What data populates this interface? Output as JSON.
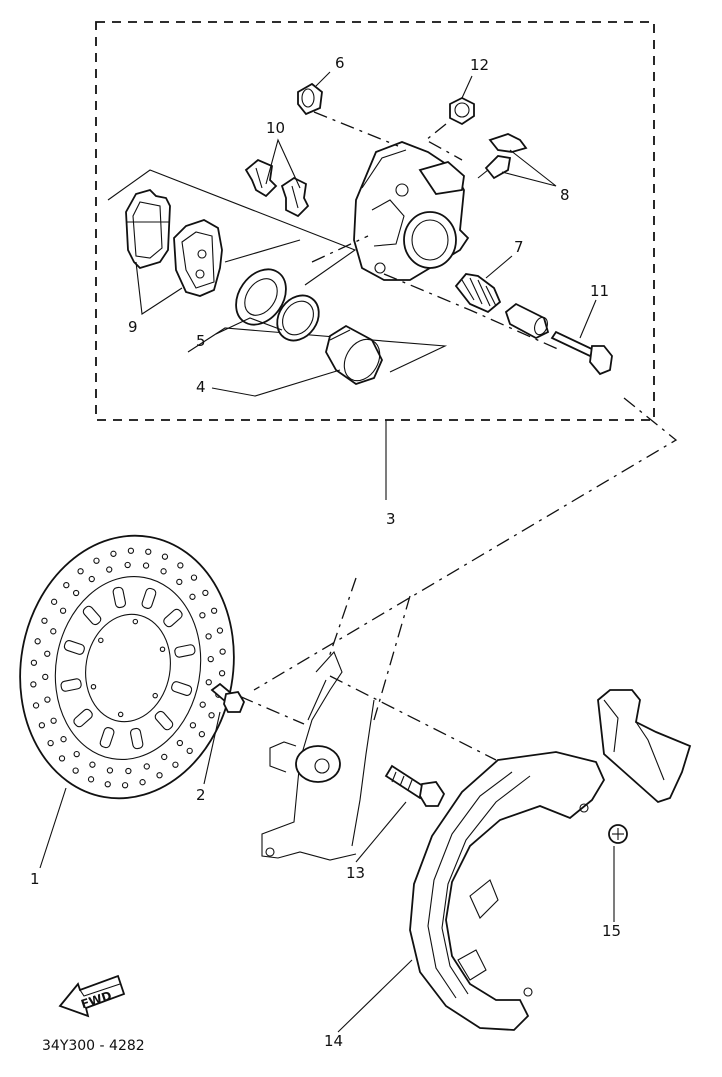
{
  "callouts": {
    "c1": "1",
    "c2": "2",
    "c3": "3",
    "c4": "4",
    "c5": "5",
    "c6": "6",
    "c7": "7",
    "c8": "8",
    "c9": "9",
    "c10": "10",
    "c11": "11",
    "c12": "12",
    "c13": "13",
    "c14": "14",
    "c15": "15"
  },
  "fwd_label": "FWD",
  "drawing_code": "34Y300 - 4282"
}
